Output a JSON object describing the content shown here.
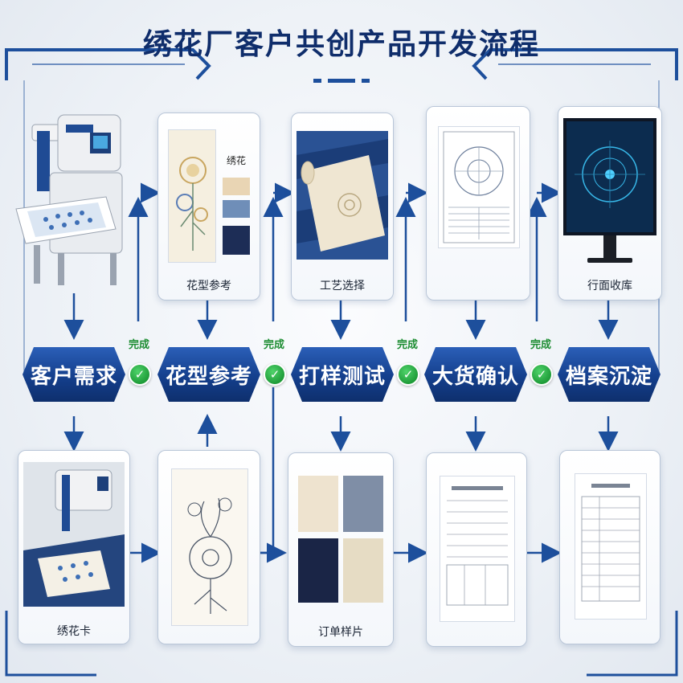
{
  "title": "绣花厂客户共创产品开发流程",
  "stages": [
    {
      "label": "客户需求"
    },
    {
      "label": "花型参考"
    },
    {
      "label": "打样测试"
    },
    {
      "label": "大货确认"
    },
    {
      "label": "档案沉淀"
    }
  ],
  "done_label": "完成",
  "check_glyph": "✓",
  "top_cards": [
    {
      "caption": "",
      "image": "embroidery-machine"
    },
    {
      "caption": "花型参考",
      "image": "floral-pattern-with-swatches",
      "swatch_label": "绣花"
    },
    {
      "caption": "工艺选择",
      "image": "fabric-roll-with-embroidery"
    },
    {
      "caption": "",
      "image": "technical-drawing-sheet"
    },
    {
      "caption": "行面收库",
      "image": "computer-monitor"
    }
  ],
  "bottom_cards": [
    {
      "caption": "绣花卡",
      "image": "machine-embroidering-fabric"
    },
    {
      "caption": "",
      "image": "floral-line-sketch"
    },
    {
      "caption": "订单样片",
      "image": "four-fabric-swatches"
    },
    {
      "caption": "",
      "image": "order-form-document"
    },
    {
      "caption": "",
      "image": "archive-form-document"
    }
  ],
  "colors": {
    "primary": "#143f8c",
    "banner_light": "#2b5fb8",
    "check_green": "#1f9c39",
    "arrow": "#1d4f9c",
    "title": "#0f2d6b",
    "background": "#eef2f7"
  }
}
